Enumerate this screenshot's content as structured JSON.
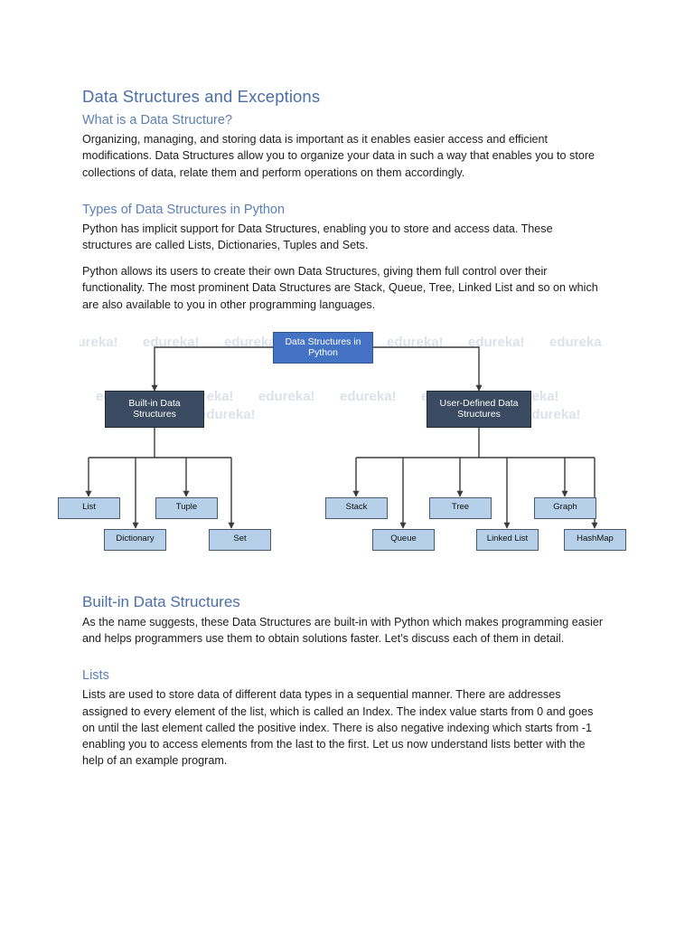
{
  "document": {
    "title": "Data Structures and Exceptions",
    "sections": [
      {
        "heading": "What is a Data Structure?",
        "paragraphs": [
          "Organizing, managing, and storing data is important as it enables easier access and efficient modifications. Data Structures allow you to organize your data in such a way that enables you to store collections of data, relate them and perform operations on them accordingly."
        ]
      },
      {
        "heading": "Types of Data Structures in Python",
        "paragraphs": [
          "Python has implicit support for Data Structures, enabling you to store and access data. These structures are called Lists, Dictionaries, Tuples and Sets.",
          "Python allows its users to create their own Data Structures, giving them full control over their functionality. The most prominent Data Structures are Stack, Queue, Tree, Linked List and so on which are also available to you in other programming languages."
        ]
      },
      {
        "heading": "Built-in Data Structures",
        "paragraphs": [
          "As the name suggests, these Data Structures are built-in with Python which makes programming easier and helps programmers use them to obtain solutions faster. Let’s discuss each of them in detail."
        ]
      },
      {
        "heading": "Lists",
        "paragraphs": [
          "Lists are used to store data of different data types in a sequential manner. There are addresses assigned to every element of the list, which is called an Index. The index value starts from 0 and goes on until the last element called the positive index. There is also negative indexing which starts from -1 enabling you to access elements from the last to the first. Let us now understand lists better with the help of an example program."
        ]
      }
    ]
  },
  "diagram": {
    "watermark_text": "edureka!",
    "colors": {
      "root_fill": "#4472c4",
      "mid_fill": "#3a4a61",
      "leaf_fill": "#b5d0e8",
      "connector": "#3a3a3a"
    },
    "root": {
      "line1": "Data Structures in",
      "line2": "Python"
    },
    "branches": [
      {
        "title_line1": "Built-in Data",
        "title_line2": "Structures",
        "leaves": [
          "List",
          "Dictionary",
          "Tuple",
          "Set"
        ]
      },
      {
        "title_line1": "User-Defined Data",
        "title_line2": "Structures",
        "leaves": [
          "Stack",
          "Queue",
          "Tree",
          "Linked List",
          "Graph",
          "HashMap"
        ]
      }
    ]
  }
}
